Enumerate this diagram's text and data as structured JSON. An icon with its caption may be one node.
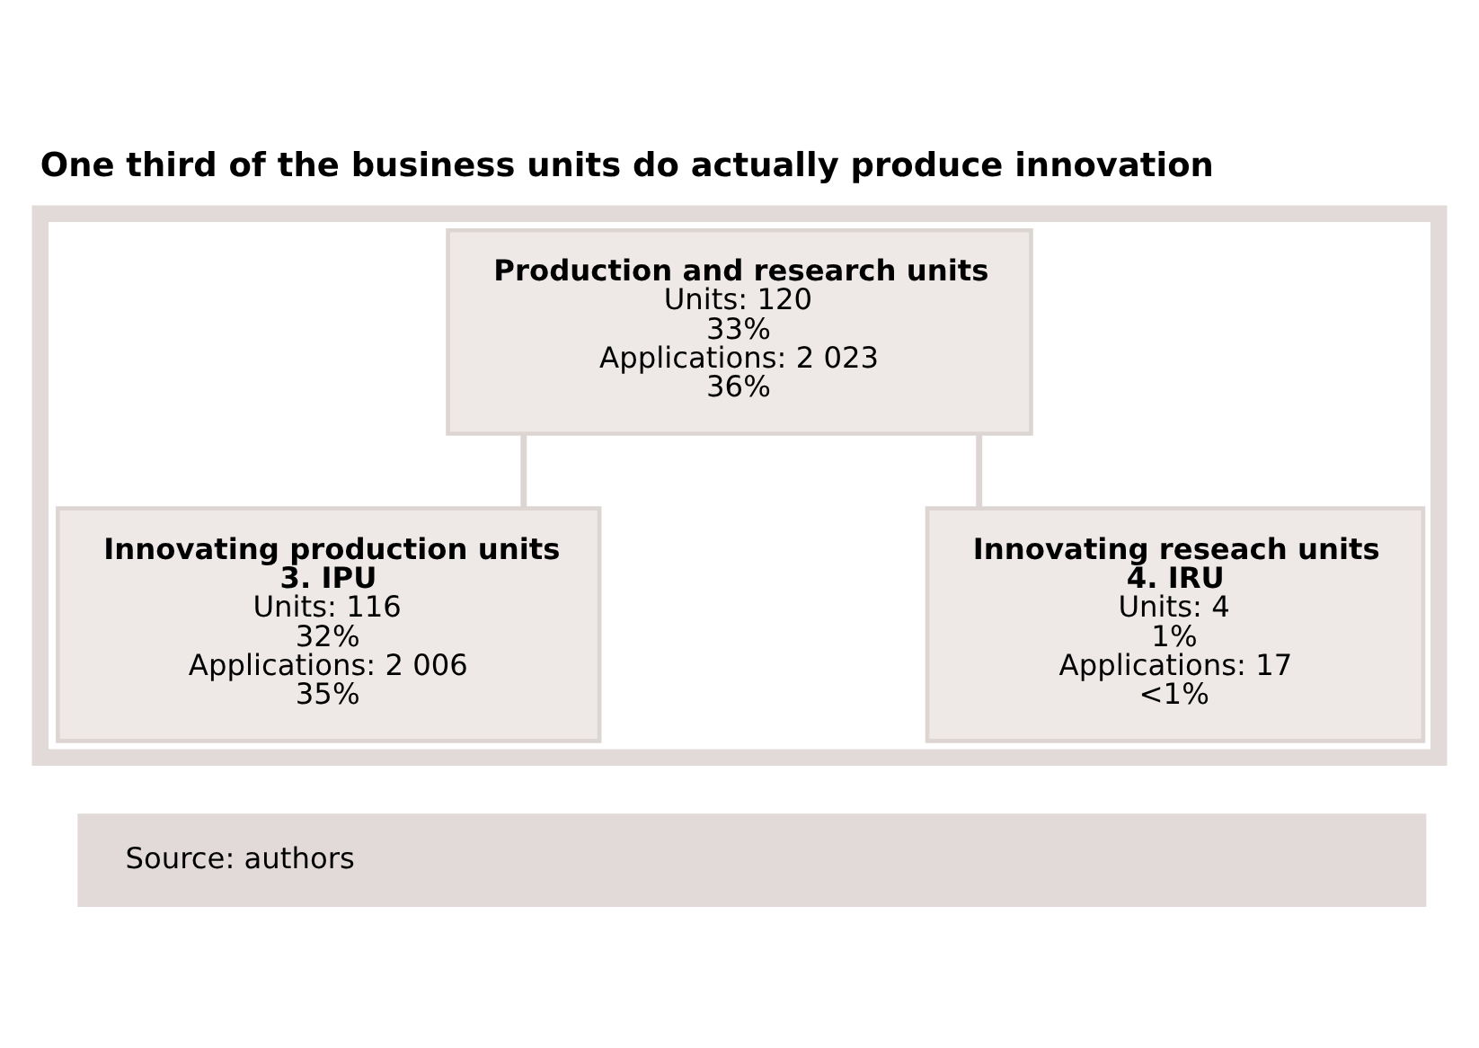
{
  "diagram": {
    "title": "One third of the business units do actually produce innovation",
    "caption": "Source: authors",
    "nodes": [
      {
        "text": [],
        "shape": "box"
      },
      {
        "text": [
          "Production and research units",
          "Units: 120",
          "33%",
          "Applications: 2 023",
          "36%"
        ],
        "in": 0
      },
      {
        "text": [
          "Innovating production units",
          "3. IPU",
          "Units: 116",
          "32%",
          "Applications: 2 006",
          "35%"
        ],
        "in": 0
      },
      {
        "text": [
          "Innovating reseach units",
          "4. IRU",
          "Units: 4",
          "1%",
          "Applications: 17",
          "<1%"
        ],
        "in": 0
      }
    ],
    "edges": [
      {
        "from": 1,
        "to": 2,
        "arrow": "none"
      },
      {
        "from": 1,
        "to": 3,
        "arrow": "none"
      }
    ]
  }
}
